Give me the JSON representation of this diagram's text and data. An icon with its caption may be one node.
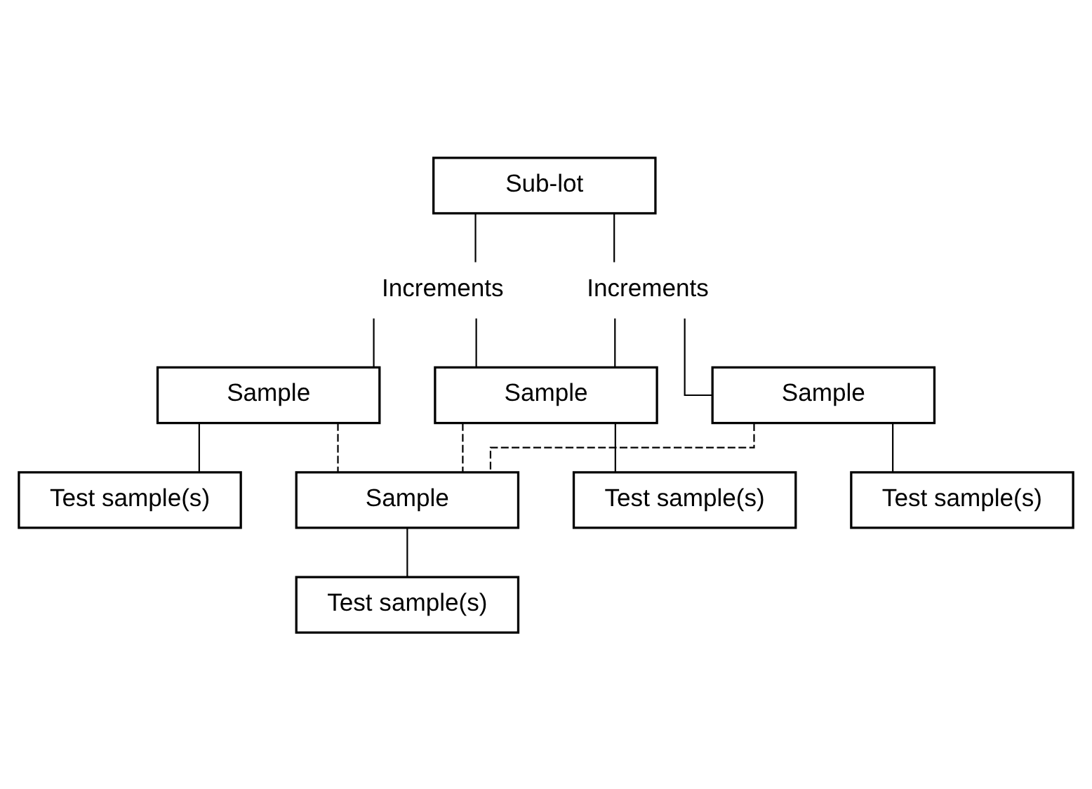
{
  "diagram": {
    "nodes": [
      {
        "text": [
          "Sub-lot"
        ]
      },
      {
        "text": [
          "Increments"
        ]
      },
      {
        "text": [
          "Increments"
        ]
      },
      {
        "text": [
          "Sample"
        ]
      },
      {
        "text": [
          "Sample"
        ]
      },
      {
        "text": [
          "Sample"
        ]
      },
      {
        "text": [
          "Test sample(s)"
        ]
      },
      {
        "text": [
          "Test sample(s)"
        ]
      },
      {
        "text": [
          "Test sample(s)"
        ]
      },
      {
        "text": [
          "Sample"
        ]
      },
      {
        "text": [
          "Test sample(s)"
        ]
      }
    ],
    "edges": [
      {
        "from": 0,
        "to": 1,
        "arrow": "none"
      },
      {
        "from": 0,
        "to": 2,
        "arrow": "none"
      },
      {
        "from": 1,
        "to": 3,
        "arrow": "none"
      },
      {
        "from": 1,
        "to": 4,
        "arrow": "none"
      },
      {
        "from": 2,
        "to": 4,
        "arrow": "none"
      },
      {
        "from": 2,
        "to": 5,
        "arrow": "none"
      },
      {
        "from": 3,
        "to": 6,
        "arrow": "none"
      },
      {
        "from": 4,
        "to": 7,
        "arrow": "none"
      },
      {
        "from": 5,
        "to": 8,
        "arrow": "none"
      },
      {
        "from": 3,
        "to": 9,
        "arrow": "none",
        "style": "dashed"
      },
      {
        "from": 4,
        "to": 9,
        "arrow": "none",
        "style": "dashed"
      },
      {
        "from": 5,
        "to": 9,
        "arrow": "none",
        "style": "dashed"
      },
      {
        "from": 9,
        "to": 10,
        "arrow": "none"
      }
    ]
  }
}
